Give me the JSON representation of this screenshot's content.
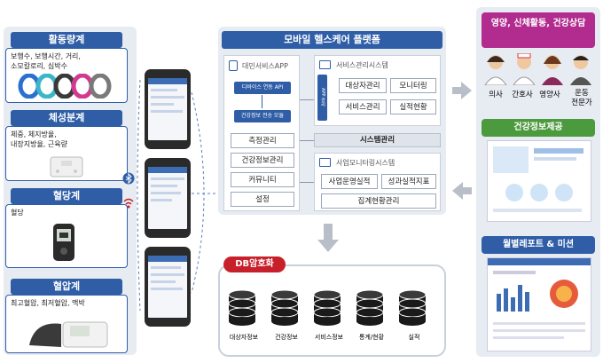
{
  "devices": [
    {
      "title": "활동량계",
      "lines": [
        "보행수, 보행시간, 거리,",
        "소모칼로리, 심박수"
      ]
    },
    {
      "title": "체성분계",
      "lines": [
        "체중, 체지방율,",
        "내장지방율, 근육량"
      ]
    },
    {
      "title": "혈당계",
      "lines": [
        "혈당"
      ]
    },
    {
      "title": "혈압계",
      "lines": [
        "최고혈압, 최저혈압, 맥박"
      ]
    }
  ],
  "platform": {
    "title": "모바일 헬스케어 플랫폼",
    "app_title": "대민서비스APP",
    "app_pills": [
      "디바이스 연동 API",
      "건강정보 전송 모듈"
    ],
    "app_items": [
      "측정관리",
      "건강정보관리",
      "커뮤니티",
      "설정"
    ],
    "service_title": "서비스관리시스템",
    "service_vertical": "APP 관리",
    "service_items": [
      "대상자관리",
      "모니터링",
      "서비스관리",
      "실적현황"
    ],
    "system_label": "시스템관리",
    "monitor_title": "사업모니터링시스템",
    "monitor_items": [
      "사업운영실적",
      "성과실적지표",
      "집계현황관리"
    ]
  },
  "db": {
    "label": "DB암호화",
    "items": [
      "대상자정보",
      "건강정보",
      "서비스정보",
      "통계/현황",
      "실적"
    ]
  },
  "right": {
    "consult_title": "영양, 신체활동, 건강상담",
    "people": [
      "의사",
      "간호사",
      "영양사",
      "운동\n전문가"
    ],
    "info_title": "건강정보제공",
    "report_title": "월별레포트 & 미션"
  },
  "colors": {
    "primary": "#2f5ea7",
    "consult": "#b22b8e",
    "info": "#4c9a3e",
    "db": "#c8202a"
  }
}
